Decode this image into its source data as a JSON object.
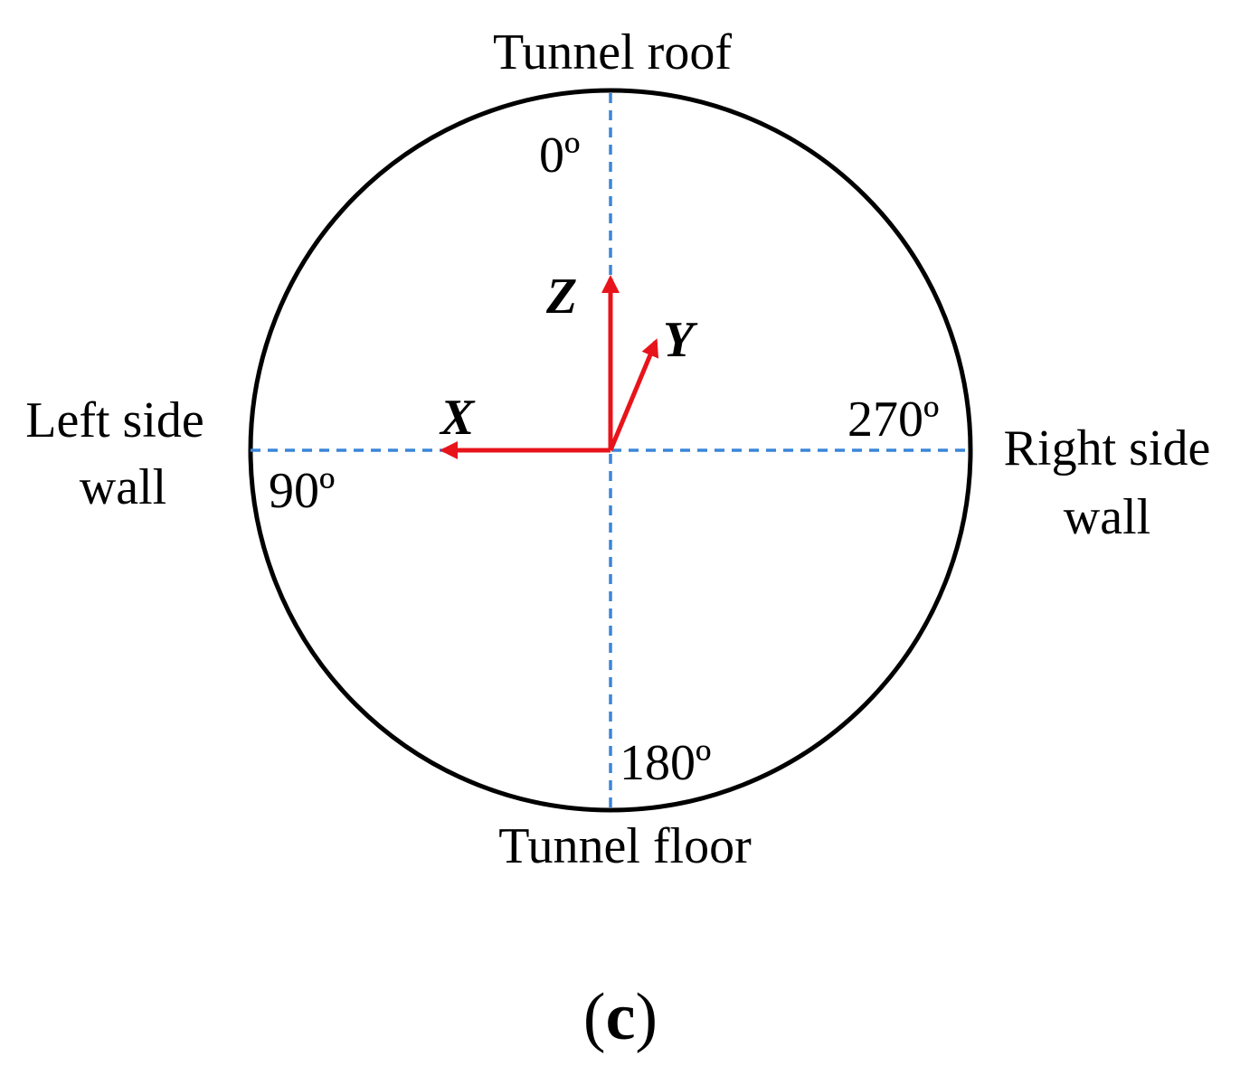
{
  "diagram": {
    "labels": {
      "roof": "Tunnel roof",
      "floor": "Tunnel floor",
      "left_wall_line1": "Left side",
      "left_wall_line2": "wall",
      "right_wall_line1": "Right side",
      "right_wall_line2": "wall"
    },
    "angles": {
      "top": "0º",
      "left": "90º",
      "bottom": "180º",
      "right": "270º"
    },
    "axes": {
      "x": "X",
      "y": "Y",
      "z": "Z"
    },
    "caption": {
      "open": "(",
      "letter": "c",
      "close": ")"
    },
    "colors": {
      "circle": "#000000",
      "dashed_lines": "#3a86d8",
      "axes_arrows": "#e8141b"
    }
  }
}
